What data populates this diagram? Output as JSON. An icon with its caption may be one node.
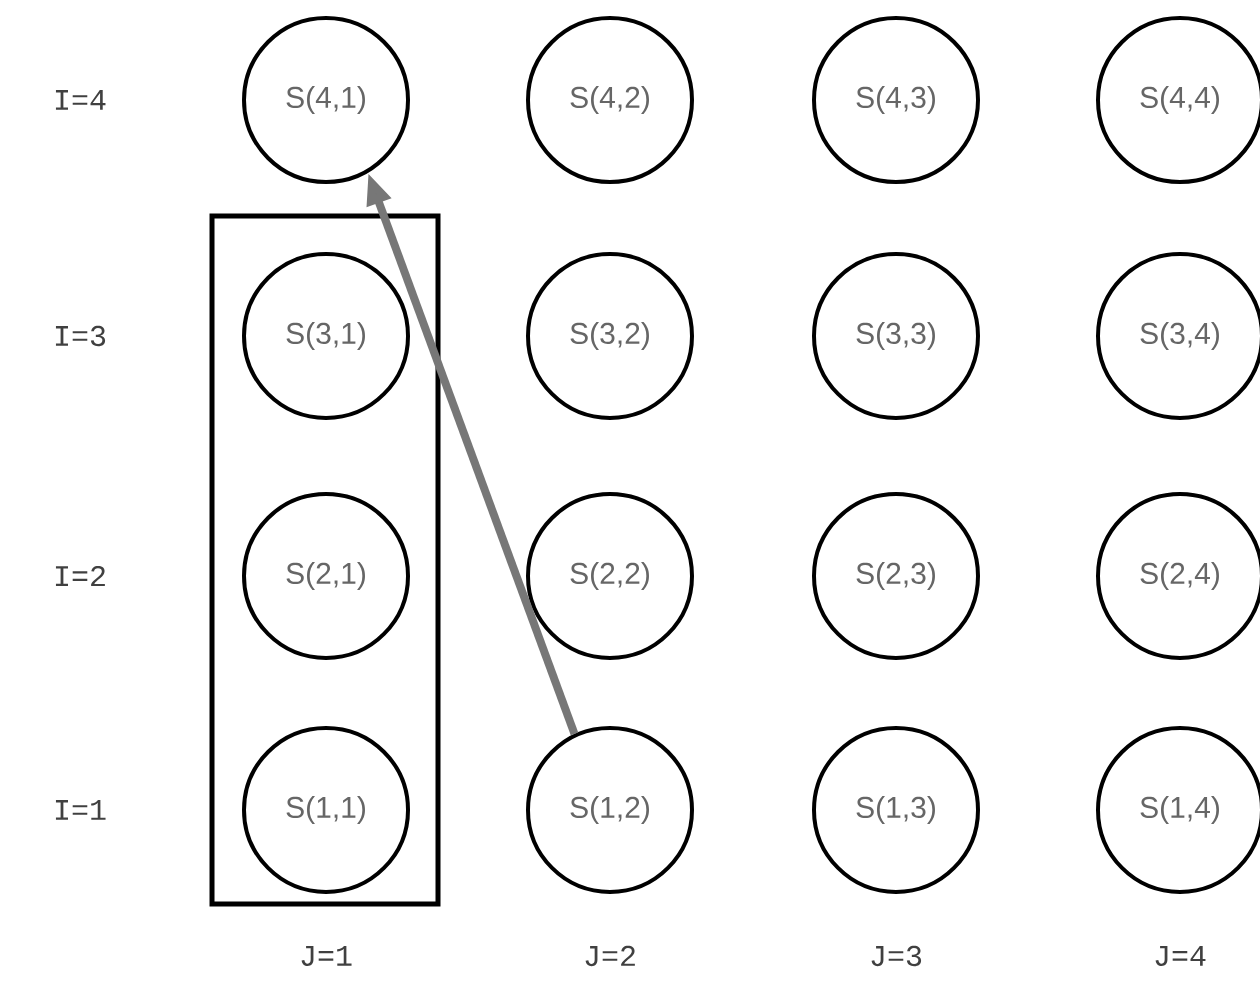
{
  "diagram": {
    "nodes": [
      {
        "text": [
          "S(4,1)"
        ]
      },
      {
        "text": [
          "S(4,2)"
        ]
      },
      {
        "text": [
          "S(4,3)"
        ]
      },
      {
        "text": [
          "S(4,4)"
        ]
      },
      {
        "text": [],
        "shape": "box"
      },
      {
        "text": [
          "S(3,1)"
        ],
        "in": 4
      },
      {
        "text": [
          "S(3,2)"
        ]
      },
      {
        "text": [
          "S(3,3)"
        ]
      },
      {
        "text": [
          "S(3,4)"
        ]
      },
      {
        "text": [
          "S(2,1)"
        ],
        "in": 4
      },
      {
        "text": [
          "S(2,2)"
        ]
      },
      {
        "text": [
          "S(2,3)"
        ]
      },
      {
        "text": [
          "S(2,4)"
        ]
      },
      {
        "text": [
          "S(1,1)"
        ],
        "in": 4
      },
      {
        "text": [
          "S(1,2)"
        ]
      },
      {
        "text": [
          "S(1,3)"
        ]
      },
      {
        "text": [
          "S(1,4)"
        ]
      }
    ],
    "edges": [
      {
        "from": 14,
        "to": 0,
        "arrow": "to",
        "color": "#777777"
      }
    ],
    "labels": [
      "I=4",
      "I=3",
      "I=2",
      "I=1",
      "J=1",
      "J=2",
      "J=3",
      "J=4"
    ]
  }
}
